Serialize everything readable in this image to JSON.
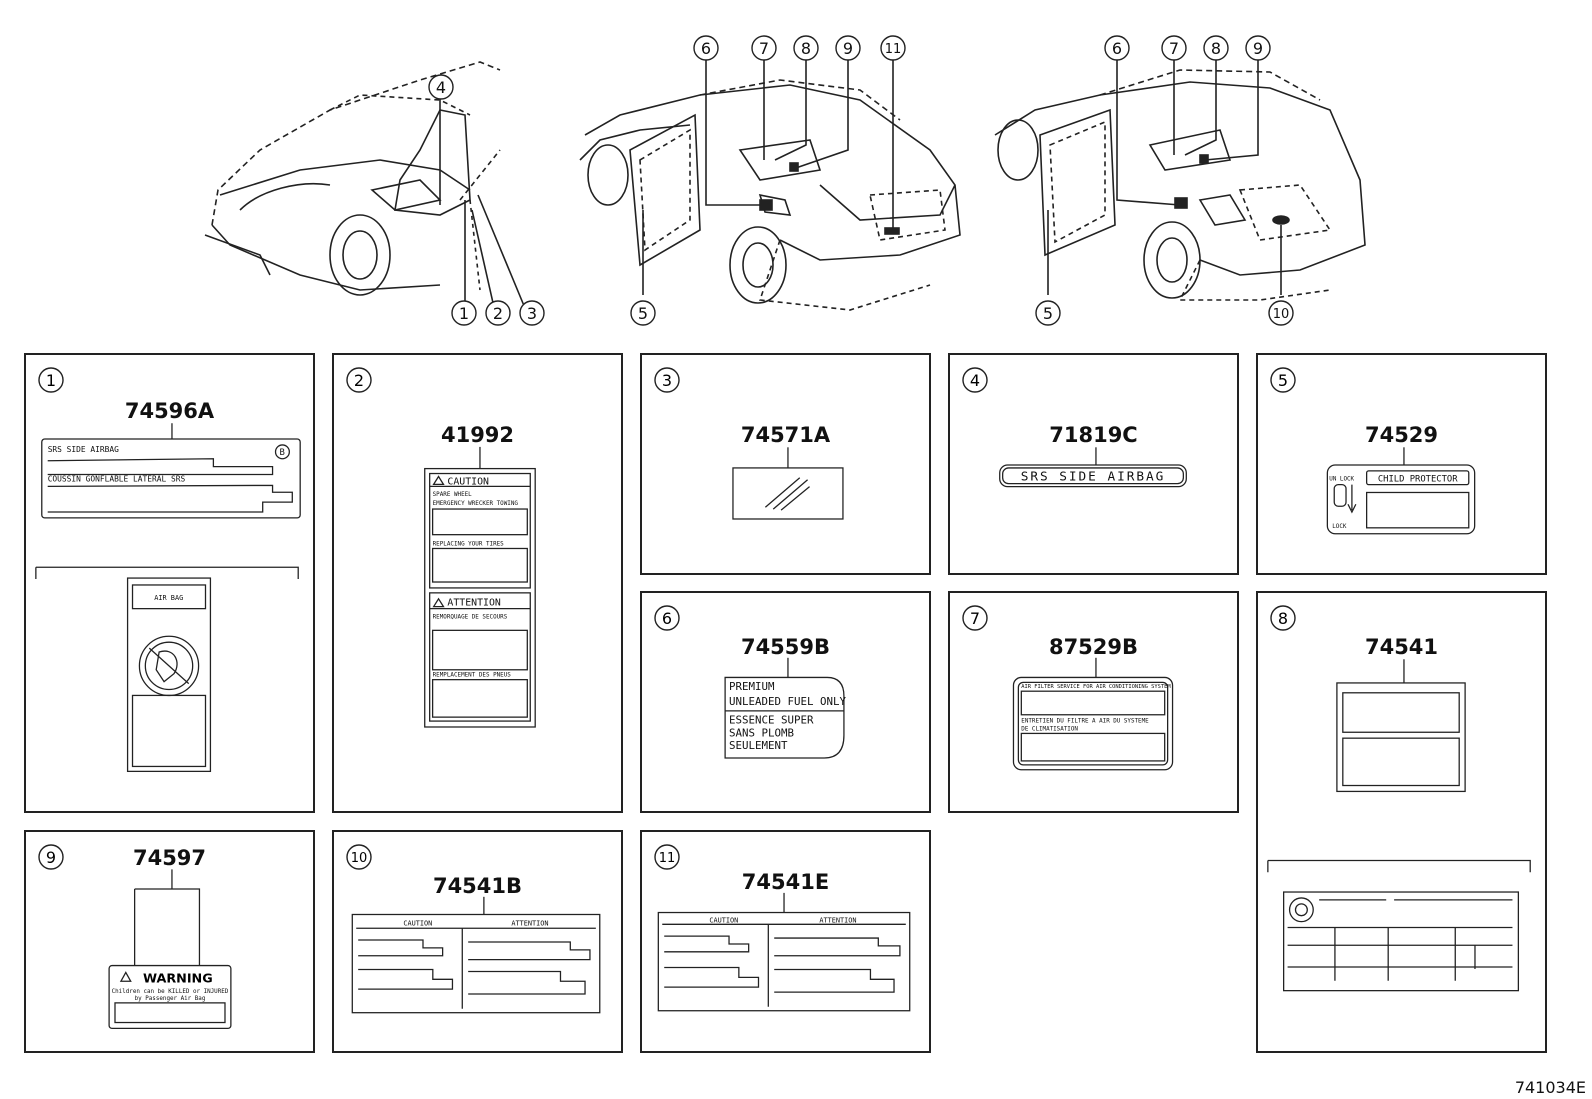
{
  "callouts": {
    "c1": "1",
    "c2": "2",
    "c3": "3",
    "c4": "4",
    "c5": "5",
    "c6": "6",
    "c7": "7",
    "c8": "8",
    "c9": "9",
    "c10": "10",
    "c11": "11"
  },
  "panels": [
    {
      "num": "1",
      "part": "74596A"
    },
    {
      "num": "2",
      "part": "41992"
    },
    {
      "num": "3",
      "part": "74571A"
    },
    {
      "num": "4",
      "part": "71819C"
    },
    {
      "num": "5",
      "part": "74529"
    },
    {
      "num": "6",
      "part": "74559B"
    },
    {
      "num": "7",
      "part": "87529B"
    },
    {
      "num": "8",
      "part": "74541"
    },
    {
      "num": "9",
      "part": "74597"
    },
    {
      "num": "10",
      "part": "74541B"
    },
    {
      "num": "11",
      "part": "74541E"
    }
  ],
  "labels": {
    "l1_line1": "SRS SIDE AIRBAG",
    "l1_line2": "COUSSIN GONFLABLE LATERAL SRS",
    "l1_badge": "B",
    "l1b_head": "AIR BAG",
    "l2_caution": "CAUTION",
    "l2_c1": "SPARE WHEEL",
    "l2_c2": "EMERGENCY WRECKER TOWING",
    "l2_c3": "REPLACING YOUR TIRES",
    "l2_attention": "ATTENTION",
    "l2_a1": "REMORQUAGE DE SECOURS",
    "l2_a2": "REMPLACEMENT DES PNEUS",
    "l4_text": "SRS SIDE AIRBAG",
    "l5_unlock": "UN LOCK",
    "l5_lock": "LOCK",
    "l5_title": "CHILD PROTECTOR",
    "l6_1": "PREMIUM",
    "l6_2": "UNLEADED FUEL ONLY",
    "l6_3": "ESSENCE SUPER",
    "l6_4": "SANS PLOMB",
    "l6_5": "SEULEMENT",
    "l7_1": "AIR FILTER SERVICE FOR AIR CONDITIONING SYSTEM",
    "l7_2": "ENTRETIEN DU FILTRE A AIR DU SYSTEME",
    "l7_3": "DE CLIMATISATION",
    "l9_warning": "WARNING",
    "l9_1": "Children can be KILLED or INJURED",
    "l9_2": "by Passenger Air Bag",
    "l10_h1": "CAUTION",
    "l10_h2": "ATTENTION"
  },
  "diagram_code": "741034E"
}
